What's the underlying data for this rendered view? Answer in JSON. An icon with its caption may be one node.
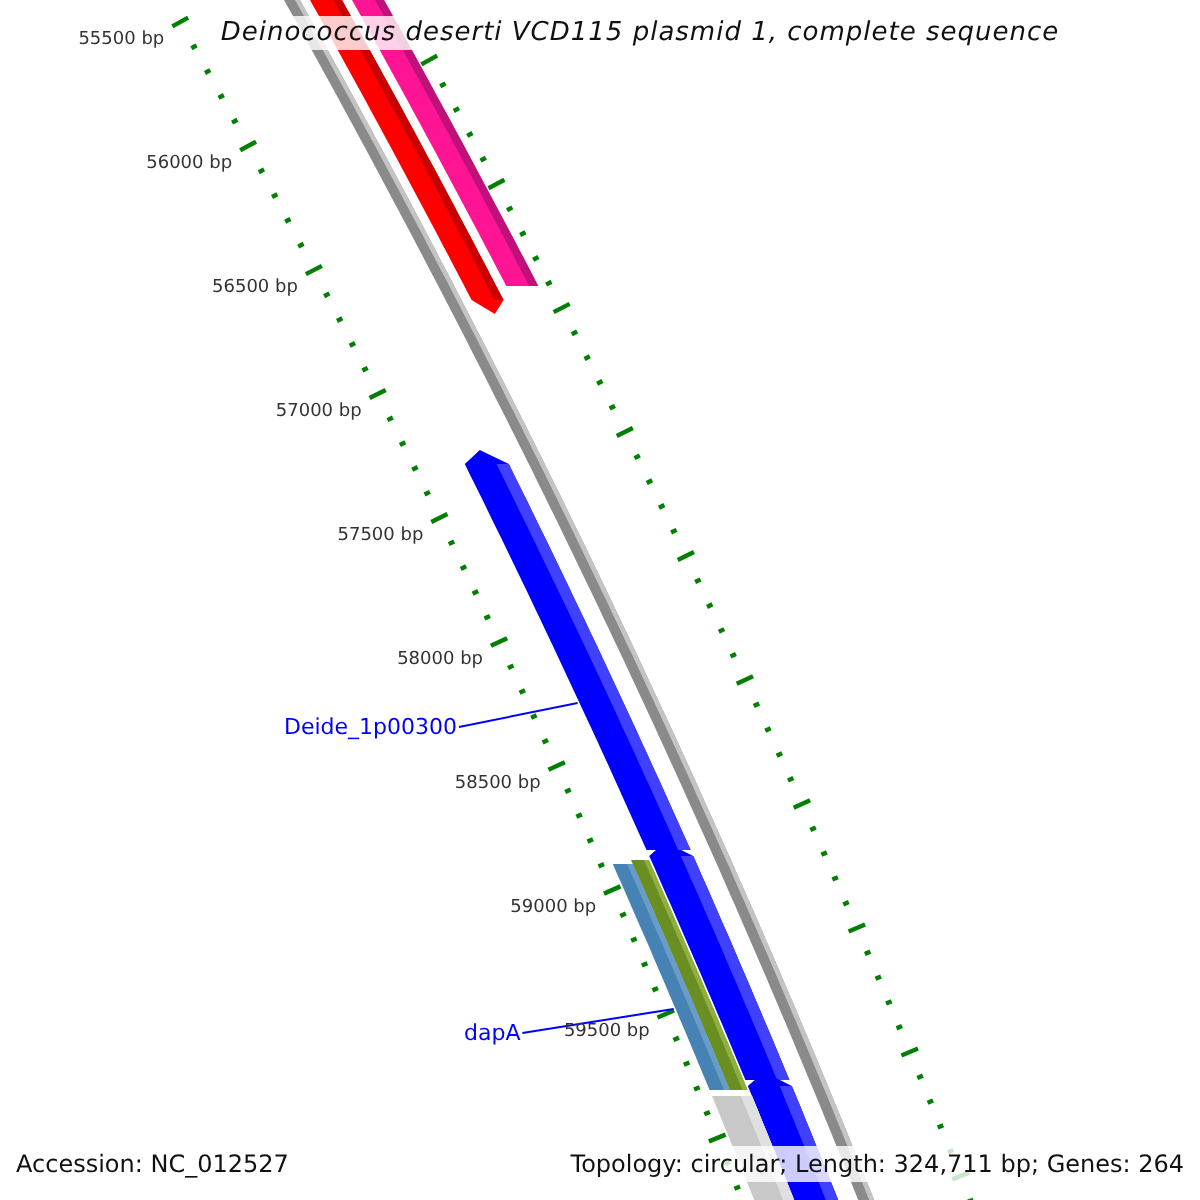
{
  "diagram": {
    "title": "Deinococcus deserti VCD115 plasmid 1, complete sequence",
    "nodes": [
      {
        "text": [
          "Deide_1p00300"
        ]
      },
      {
        "text": [],
        "shape": "bar"
      },
      {
        "text": [
          "dapA"
        ]
      },
      {
        "text": [],
        "shape": "bar"
      }
    ],
    "edges": [
      {
        "from": 0,
        "to": 1,
        "arrow": "none"
      },
      {
        "from": 2,
        "to": 3,
        "arrow": "none"
      }
    ],
    "labels": [
      "55500 bp",
      "56000 bp",
      "56500 bp",
      "57000 bp",
      "57500 bp",
      "58000 bp",
      "58500 bp",
      "59000 bp",
      "59500 bp",
      "Accession: NC_012527",
      "Topology: circular; Length: 324,711 bp; Genes: 264"
    ]
  }
}
